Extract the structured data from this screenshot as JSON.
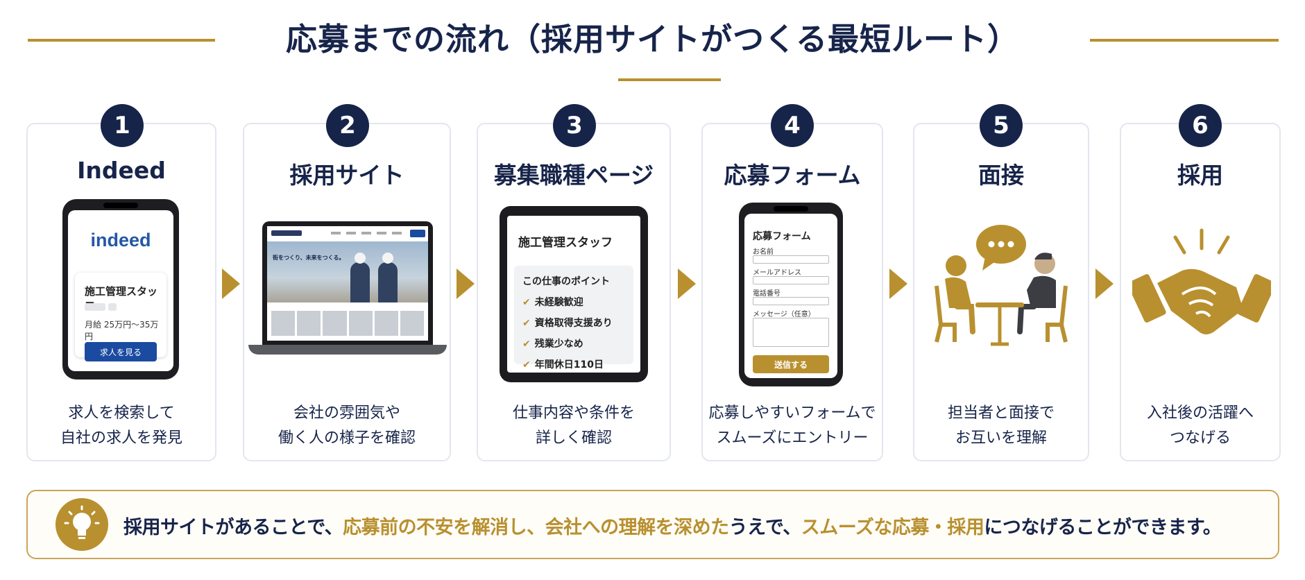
{
  "title": "応募までの流れ（採用サイトがつくる最短ルート）",
  "colors": {
    "navy": "#17244a",
    "gold": "#b8902f",
    "indeed_blue": "#2557a7",
    "button_blue": "#1b4ba0"
  },
  "steps": [
    {
      "number": "1",
      "title": "Indeed",
      "description": "求人を検索して\n自社の求人を発見"
    },
    {
      "number": "2",
      "title": "採用サイト",
      "description": "会社の雰囲気や\n働く人の様子を確認"
    },
    {
      "number": "3",
      "title": "募集職種ページ",
      "description": "仕事内容や条件を\n詳しく確認"
    },
    {
      "number": "4",
      "title": "応募フォーム",
      "description": "応募しやすいフォームで\nスムーズにエントリー"
    },
    {
      "number": "5",
      "title": "面接",
      "description": "担当者と面接で\nお互いを理解"
    },
    {
      "number": "6",
      "title": "採用",
      "description": "入社後の活躍へ\nつなげる"
    }
  ],
  "indeed_mock": {
    "logo": "indeed",
    "job_title": "施工管理スタッフ",
    "salary": "月給 25万円〜35万円",
    "button": "求人を見る"
  },
  "site_mock": {
    "hero_text": "街をつくり、未来をつくる。"
  },
  "job_page_mock": {
    "title": "施工管理スタッフ",
    "points_heading": "この仕事のポイント",
    "points": [
      "未経験歓迎",
      "資格取得支援あり",
      "残業少なめ",
      "年間休日110日"
    ]
  },
  "form_mock": {
    "title": "応募フォーム",
    "fields": [
      "お名前",
      "メールアドレス",
      "電話番号",
      "メッセージ（任意）"
    ],
    "submit": "送信する"
  },
  "banner": {
    "icon": "lightbulb-icon",
    "parts": [
      {
        "text": "採用サイトがあることで、",
        "highlight": false
      },
      {
        "text": "応募前の不安を解消し、会社への理解を深めた",
        "highlight": true
      },
      {
        "text": "うえで、",
        "highlight": false
      },
      {
        "text": "スムーズな応募・採用",
        "highlight": true
      },
      {
        "text": "につなげることができます。",
        "highlight": false
      }
    ]
  }
}
